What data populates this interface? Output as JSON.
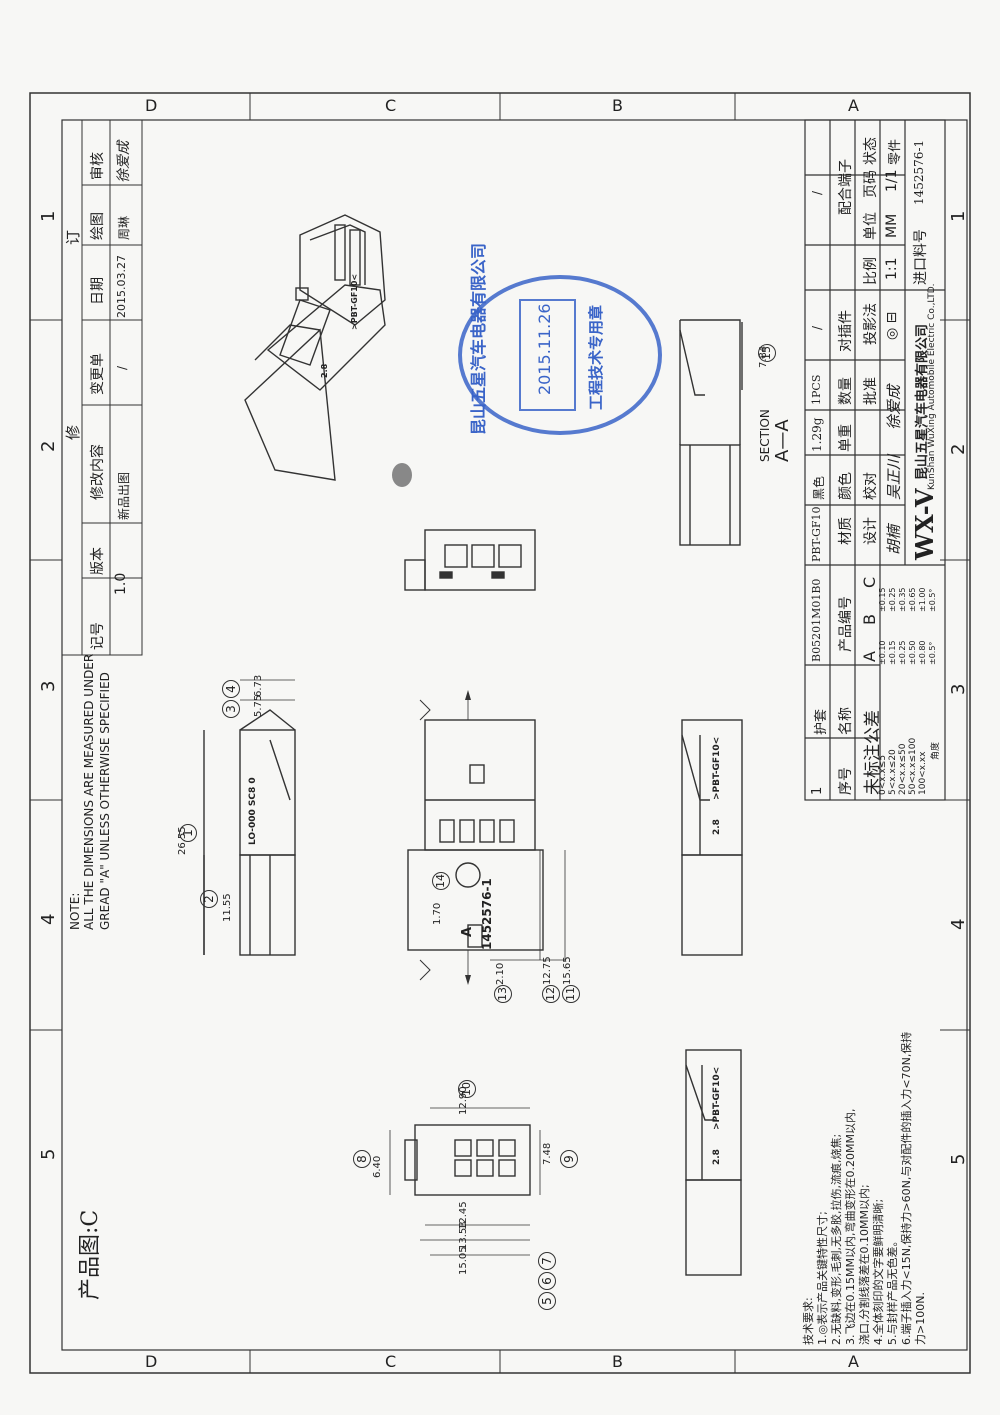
{
  "zones": {
    "top_right": [
      "D",
      "C",
      "B",
      "A"
    ],
    "bottom": [
      "D",
      "C",
      "B",
      "A"
    ],
    "left_numbers": [
      "1",
      "2",
      "3",
      "4",
      "5"
    ],
    "right_numbers": [
      "1",
      "2",
      "3",
      "4",
      "5"
    ]
  },
  "product_label": "产品图:C",
  "note": {
    "heading": "NOTE:",
    "line1": "ALL THE DIMENSIONS ARE MEASURED UNDER",
    "line2": "GREAD \"A\" UNLESS OTHERWISE SPECIFIED"
  },
  "tech_requirements": {
    "title": "技术要求:",
    "lines": [
      "1.◎表示产品关键特性尺寸;",
      "2.无缺料,变形,毛刺,无多胶,拉伤,流痕,烧焦;",
      "3.飞边在0.15MM以内,弯曲变形在0.20MM以内,",
      "   浇口,分割线落差在0.10MM以内;",
      "4.全体刻印的文字要鲜明清晰;",
      "5.与封样产品无色差。",
      "6.端子插入力<15N,保持力>60N,与对配件的插入力<70N,保持",
      "力>100N."
    ]
  },
  "revision_table": {
    "title_chars": [
      "修",
      "订"
    ],
    "headers": [
      "记号",
      "版本",
      "修改内容",
      "变更单",
      "日期",
      "绘图",
      "审核"
    ],
    "row": [
      "",
      "1.0",
      "新品出图",
      "/",
      "2015.03.27",
      "周琳",
      "徐爱成"
    ]
  },
  "title_block": {
    "seq_header": "序号",
    "seq_value": "1",
    "name_label": "名称",
    "name_value": "护套",
    "part_label": "产品编号",
    "part_value": "B05201M01B0",
    "material_label": "材质",
    "material_value": "PBT-GF10",
    "color_label": "颜色",
    "color_value": "黑色",
    "weight_label": "单重",
    "weight_value": "1.29g",
    "qty_label": "数量",
    "qty_value": "1PCS",
    "mate_label": "对插件",
    "mate_value": "/",
    "term_label": "配合端子",
    "term_value": "/",
    "design_label": "设计",
    "design_value": "胡楠",
    "check_label": "校对",
    "check_value": "吴正川",
    "approve_label": "批准",
    "approve_value": "徐爱成",
    "projection_label": "投影法",
    "scale_label": "比例",
    "scale_value": "1:1",
    "unit_label": "单位",
    "unit_value": "MM",
    "page_label": "页码",
    "page_value": "1/1",
    "status_label": "状态",
    "status_value": "零件",
    "import_label": "进口料号",
    "import_value": "1452576-1",
    "company_logo": "WX-V",
    "company_cn": "昆山五星汽车电器有限公司",
    "company_en": "KunShan WuXing Automobile Electric Co.,LTD."
  },
  "tolerance": {
    "title": "未标注公差",
    "grades": [
      "A",
      "B",
      "C"
    ],
    "ranges": [
      "0<x.x≤5",
      "5<x.x≤20",
      "20<x.x≤50",
      "50<x.x≤100",
      "100<x.xx",
      "角度"
    ],
    "grade_a": [
      "±0.10",
      "±0.15",
      "±0.25",
      "±0.50",
      "±0.80",
      "±0.5°"
    ],
    "grade_b": [
      "±0.15",
      "±0.25",
      "±0.35",
      "±0.65",
      "±1.00",
      "±0.5°"
    ]
  },
  "stamp": {
    "top_text": "昆山五星汽车电器有限公司",
    "date": "2015.11.26",
    "bottom_text": "工程技术专用章"
  },
  "section_label": {
    "line1": "SECTION",
    "line2": "A—A"
  },
  "dimensions": {
    "d1": "26.55",
    "d2": "11.55",
    "d3": "5.75",
    "d4": "6.73",
    "d5": "15.05",
    "d6": "13.53",
    "d7": "12.45",
    "d8": "6.40",
    "d9": "7.48",
    "d10": "12.90",
    "d11": "15.65",
    "d12": "12.75",
    "d13": "2.10",
    "d14": "1.70",
    "d15": "7.84"
  },
  "balloons": [
    "1",
    "2",
    "3",
    "4",
    "5",
    "6",
    "7",
    "8",
    "9",
    "10",
    "11",
    "12",
    "13",
    "14",
    "15"
  ],
  "part_marks": {
    "gf": ">PBT-GF10<",
    "size": "2.8",
    "code": "1452576-1",
    "date_code": "LO-000 SC8 0"
  },
  "section_marker": "A",
  "signature_top": "徐爱成"
}
